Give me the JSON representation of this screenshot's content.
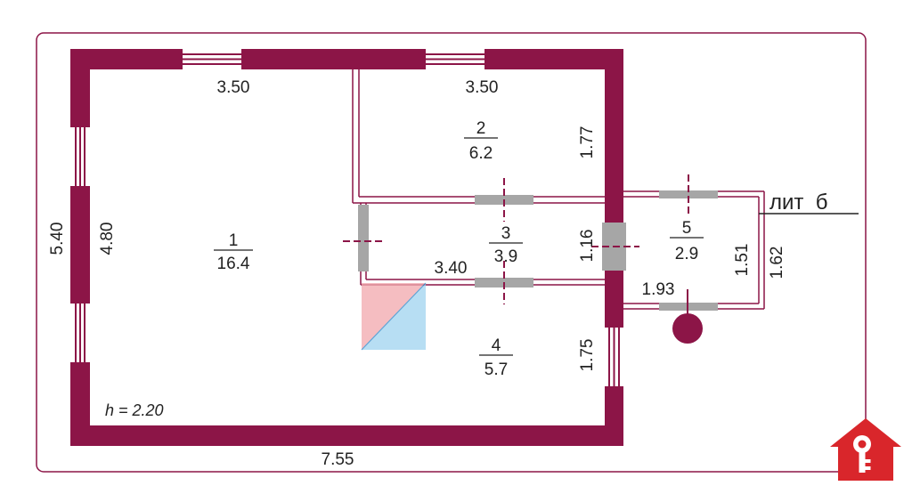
{
  "plan": {
    "rooms": [
      {
        "number": "1",
        "area": "16.4"
      },
      {
        "number": "2",
        "area": "6.2"
      },
      {
        "number": "3",
        "area": "3.9"
      },
      {
        "number": "4",
        "area": "5.7"
      },
      {
        "number": "5",
        "area": "2.9"
      }
    ],
    "dimensions": {
      "top_left": "3.50",
      "top_right": "3.50",
      "outer_left": "5.40",
      "inner_left": "4.80",
      "bottom": "7.55",
      "room2_right": "1.77",
      "room3_right": "1.16",
      "room3_bottom": "3.40",
      "room4_right": "1.75",
      "room5_bottom": "1.93",
      "room5_right_inner": "1.51",
      "room5_right_outer": "1.62"
    },
    "ceiling_height": "h = 2.20",
    "annex_label": "лит  б"
  },
  "colors": {
    "wall": "#8c1547",
    "partition": "#8c1547",
    "door_gray": "#a6a6a6",
    "logo_red": "#d9262b"
  },
  "icons": [
    "window-icon",
    "door-icon",
    "logo-house-key-icon"
  ]
}
